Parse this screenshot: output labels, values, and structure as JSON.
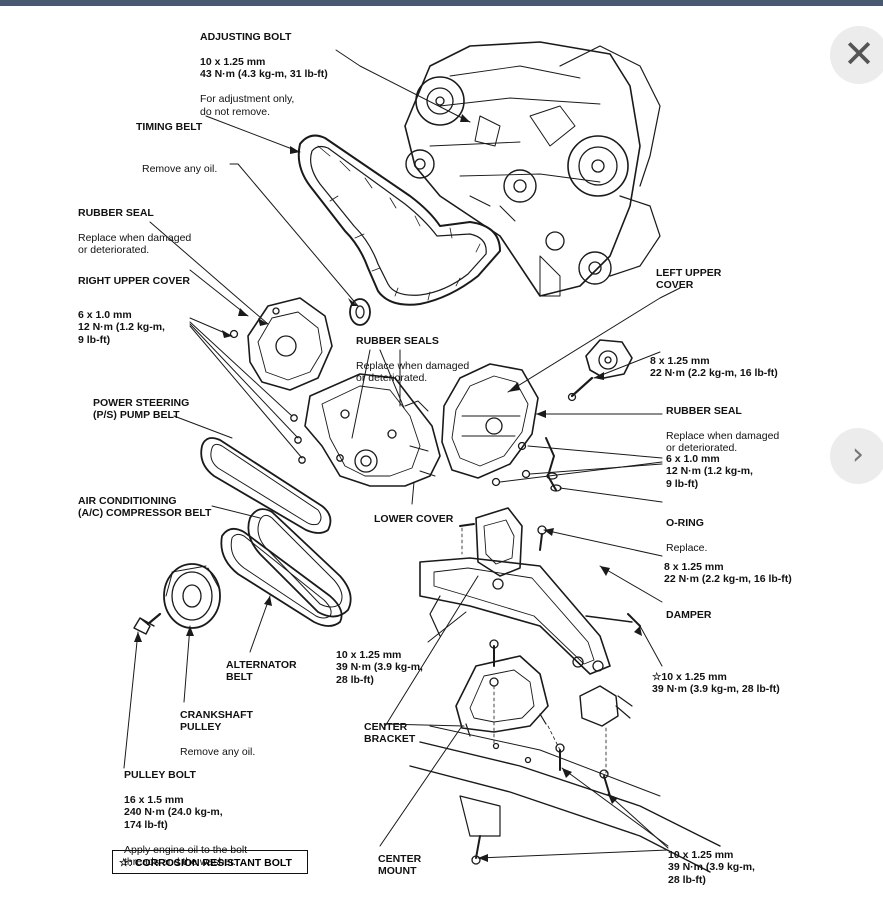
{
  "viewer": {
    "close_icon": "close-icon",
    "next_icon": "chevron-right-icon",
    "close_glyph": "✕",
    "next_glyph": "›"
  },
  "labels": {
    "adjusting_bolt": {
      "title": "ADJUSTING BOLT",
      "lines": "10 x 1.25 mm\n43 N·m (4.3 kg-m, 31 lb-ft)",
      "note": "For adjustment only,\ndo not remove."
    },
    "timing_belt": {
      "title": "TIMING BELT"
    },
    "remove_oil_top": {
      "text": "Remove any oil."
    },
    "rubber_seal_left": {
      "title": "RUBBER SEAL",
      "note": "Replace when damaged\nor deteriorated."
    },
    "right_upper_cover": {
      "title": "RIGHT UPPER COVER"
    },
    "bolt_6x1_left": {
      "lines": "6 x 1.0 mm\n12 N·m (1.2 kg-m,\n9 lb-ft)"
    },
    "rubber_seals_center": {
      "title": "RUBBER SEALS",
      "note": "Replace when damaged\nor deteriorated."
    },
    "left_upper_cover": {
      "title": "LEFT UPPER\nCOVER"
    },
    "bolt_8x125_top": {
      "lines": "8 x 1.25 mm\n22 N·m (2.2 kg-m, 16 lb-ft)"
    },
    "power_steering": {
      "title": "POWER STEERING\n(P/S) PUMP BELT"
    },
    "rubber_seal_right": {
      "title": "RUBBER SEAL",
      "note": "Replace when damaged\nor deteriorated."
    },
    "bolt_6x1_right": {
      "lines": "6 x 1.0 mm\n12 N·m (1.2 kg-m,\n9 lb-ft)"
    },
    "ac_belt": {
      "title": "AIR CONDITIONING\n(A/C) COMPRESSOR BELT"
    },
    "lower_cover": {
      "title": "LOWER COVER"
    },
    "o_ring": {
      "title": "O-RING",
      "note": "Replace."
    },
    "bolt_8x125_mid": {
      "lines": "8 x 1.25 mm\n22 N·m (2.2 kg-m, 16 lb-ft)"
    },
    "damper": {
      "title": "DAMPER"
    },
    "bolt_10x125_center": {
      "lines": "10 x 1.25 mm\n39 N·m (3.9 kg-m,\n28 lb-ft)"
    },
    "bolt_10x125_star": {
      "lines": "☆10 x 1.25 mm\n39 N·m (3.9 kg-m, 28 lb-ft)"
    },
    "alternator_belt": {
      "title": "ALTERNATOR\nBELT"
    },
    "crankshaft_pulley": {
      "title": "CRANKSHAFT\nPULLEY",
      "note": "Remove any oil."
    },
    "center_bracket": {
      "title": "CENTER\nBRACKET"
    },
    "pulley_bolt": {
      "title": "PULLEY BOLT",
      "lines": "16 x 1.5 mm\n240 N·m (24.0 kg-m,\n174 lb-ft)",
      "note": "Apply engine oil to the bolt\nthreads and the washer."
    },
    "center_mount": {
      "title": "CENTER\nMOUNT"
    },
    "bolt_10x125_bottom": {
      "lines": "10 x 1.25 mm\n39 N·m (3.9 kg-m,\n28 lb-ft)"
    }
  },
  "legend": {
    "text": "☆: CORROSION RESISTANT BOLT"
  }
}
